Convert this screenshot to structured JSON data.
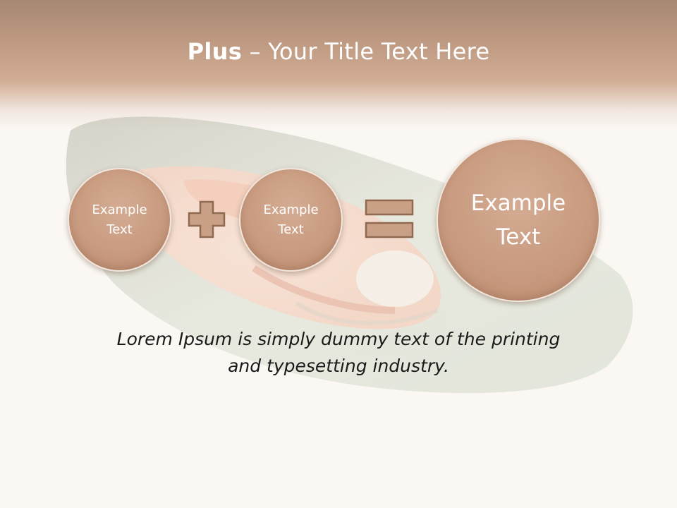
{
  "slide": {
    "title_bold": "Plus",
    "title_rest": " – Your Title Text Here",
    "bubbles": [
      {
        "line1": "Example",
        "line2": "Text"
      },
      {
        "line1": "Example",
        "line2": "Text"
      },
      {
        "line1": "Example",
        "line2": "Text"
      }
    ],
    "body_line1": "Lorem Ipsum is simply dummy text of the printing",
    "body_line2": "and typesetting industry."
  },
  "colors": {
    "header_top": "#8a6347",
    "bubble_fill": "#c99b80",
    "symbol_fill": "#c9a086",
    "symbol_stroke": "#8f6a50"
  }
}
